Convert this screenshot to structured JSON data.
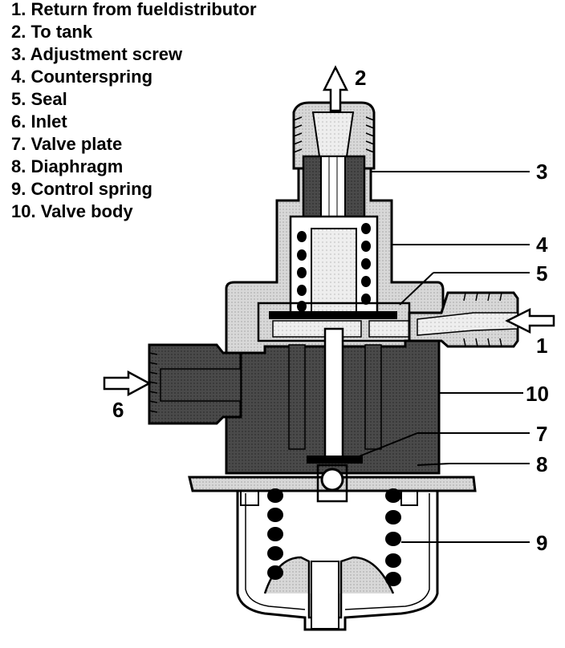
{
  "legend": [
    {
      "label": "1. Return from fueldistributor"
    },
    {
      "label": "2. To tank"
    },
    {
      "label": "3. Adjustment screw"
    },
    {
      "label": "4. Counterspring"
    },
    {
      "label": "5. Seal"
    },
    {
      "label": "6. Inlet"
    },
    {
      "label": "7. Valve plate"
    },
    {
      "label": "8. Diaphragm"
    },
    {
      "label": "9. Control spring"
    },
    {
      "label": "10. Valve body"
    }
  ],
  "callouts": {
    "c1": "1",
    "c2": "2",
    "c3": "3",
    "c4": "4",
    "c5": "5",
    "c6": "6",
    "c7": "7",
    "c8": "8",
    "c9": "9",
    "c10": "10"
  },
  "colors": {
    "outline": "#000000",
    "body_light": "#d8d8d8",
    "body_dark": "#4a4a4a",
    "fuel": "#eeeeee",
    "coil": "#000000"
  }
}
